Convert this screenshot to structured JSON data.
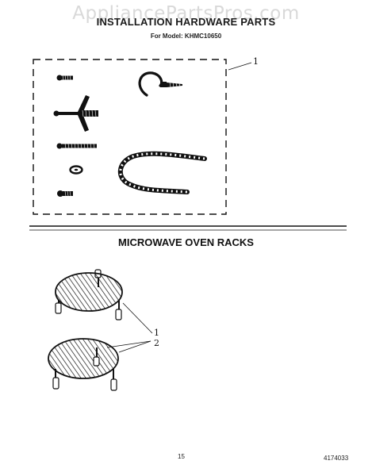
{
  "watermark": "AppliancePartsPros.com",
  "section1": {
    "title": "INSTALLATION HARDWARE PARTS",
    "model_line": "For Model: KHMC10650",
    "callout": "1"
  },
  "section2": {
    "title": "MICROWAVE OVEN RACKS",
    "callout_top": "1",
    "callout_bottom": "2"
  },
  "footer": {
    "page_number": "15",
    "doc_number": "4174033"
  },
  "colors": {
    "ink": "#111111",
    "watermark": "#d9d9d9"
  },
  "icons": [
    "screw-icon",
    "cup-hook-icon",
    "toggle-bolt-icon",
    "long-screw-icon",
    "washer-icon",
    "short-screw-icon",
    "trim-strip-icon",
    "rack-icon"
  ]
}
